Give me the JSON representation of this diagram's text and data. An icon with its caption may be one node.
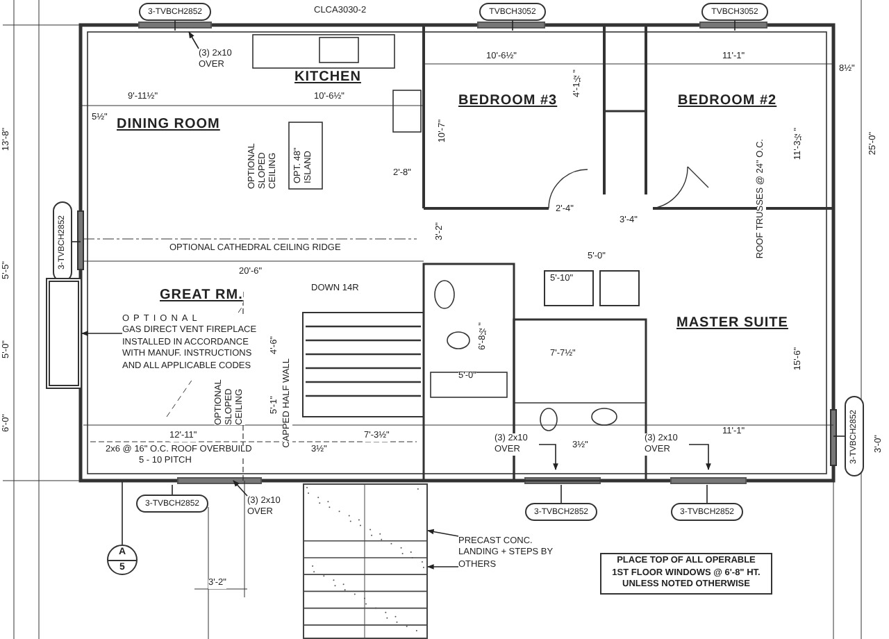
{
  "diagram": {
    "nodes": [
      {
        "text": [
          "3-TVBCH2852"
        ]
      },
      {
        "text": [
          "TVBCH3052"
        ]
      },
      {
        "text": [
          "TVBCH3052"
        ]
      },
      {
        "text": [
          "3-TVBCH2852"
        ]
      },
      {
        "text": [
          "3-TVBCH2852"
        ]
      },
      {
        "text": [
          "3-TVBCH2852"
        ]
      },
      {
        "text": [
          "3-TVBCH2852"
        ]
      },
      {
        "text": [
          "3-TVBCH2852"
        ]
      },
      {
        "text": [
          "(3) 2x10 OVER"
        ]
      },
      {
        "text": [
          "(3) 2x10 OVER"
        ]
      },
      {
        "text": [
          "(3) 2x10 OVER"
        ]
      },
      {
        "text": [
          "(3) 2x10 OVER"
        ]
      },
      {
        "text": [
          "OPTIONAL",
          "GAS DIRECT VENT FIREPLACE INSTALLED IN ACCORDANCE WITH MANUF. INSTRUCTIONS AND ALL APPLICABLE CODES"
        ]
      },
      {
        "text": [],
        "shape": "box"
      },
      {
        "text": [
          "PRECAST CONC. LANDING + STEPS BY OTHERS"
        ]
      },
      {
        "text": [],
        "shape": "box"
      },
      {
        "text": [
          "PLACE TOP OF ALL OPERABLE 1ST FLOOR WINDOWS @ 6'-8\" HT. UNLESS NOTED OTHERWISE"
        ]
      },
      {
        "text": [
          "A",
          "5"
        ]
      }
    ],
    "edges": [
      {
        "from": 0,
        "to": null,
        "arrow": "none"
      },
      {
        "from": 1,
        "to": null,
        "arrow": "none"
      },
      {
        "from": 2,
        "to": null,
        "arrow": "none"
      },
      {
        "from": 3,
        "to": null,
        "arrow": "none"
      },
      {
        "from": 4,
        "to": null,
        "arrow": "none"
      },
      {
        "from": 5,
        "to": null,
        "arrow": "none"
      },
      {
        "from": 6,
        "to": null,
        "arrow": "none"
      },
      {
        "from": 7,
        "to": null,
        "arrow": "none"
      },
      {
        "from": 8,
        "to": null,
        "arrow": "to"
      },
      {
        "from": 9,
        "to": null,
        "arrow": "to"
      },
      {
        "from": 10,
        "to": null,
        "arrow": "to"
      },
      {
        "from": 11,
        "to": null,
        "arrow": "to"
      },
      {
        "from": 12,
        "to": 13,
        "arrow": "to"
      },
      {
        "from": 14,
        "to": 15,
        "arrow": "to"
      },
      {
        "from": 14,
        "to": 15,
        "arrow": "to"
      },
      {
        "from": 17,
        "to": null,
        "arrow": "none"
      }
    ],
    "labels": [
      "CLCA3030-2",
      "KITCHEN",
      "10'-6½\"",
      "9'-11½\"",
      "5½\"",
      "DINING ROOM",
      "OPTIONAL SLOPED CEILING",
      "OPT. 48\" ISLAND",
      "2'-8\"",
      "10'-6½\"",
      "BEDROOM #3",
      "10'-7\"",
      "4'-1½\"",
      "BEDROOM #2",
      "11'-1\"",
      "11'-3½\"",
      "8½\"",
      "2'-4\"",
      "3'-4\"",
      "ROOF TRUSSES @ 24\" O.C.",
      "OPTIONAL CATHEDRAL CEILING RIDGE",
      "20'-6\"",
      "3'-2\"",
      "GREAT RM.",
      "DOWN 14R",
      "MASTER SUITE",
      "5'-10\"",
      "5'-0\"",
      "6'-8½\"",
      "7'-7½\"",
      "5'-0\"",
      "15'-6\"",
      "4'-6\"",
      "CAPPED HALF WALL",
      "OPTIONAL SLOPED CEILING",
      "5'-1\"",
      "12'-11\"",
      "2x6 @ 16\" O.C. ROOF OVERBUILD",
      "5 - 10 PITCH",
      "7'-3½\"",
      "3½\"",
      "11'-1\"",
      "3½\"",
      "25'-0\"",
      "3'-0\"",
      "13'-8\"",
      "5'-5\"",
      "5'-0\"",
      "6'-0\"",
      "3'-2\""
    ]
  }
}
